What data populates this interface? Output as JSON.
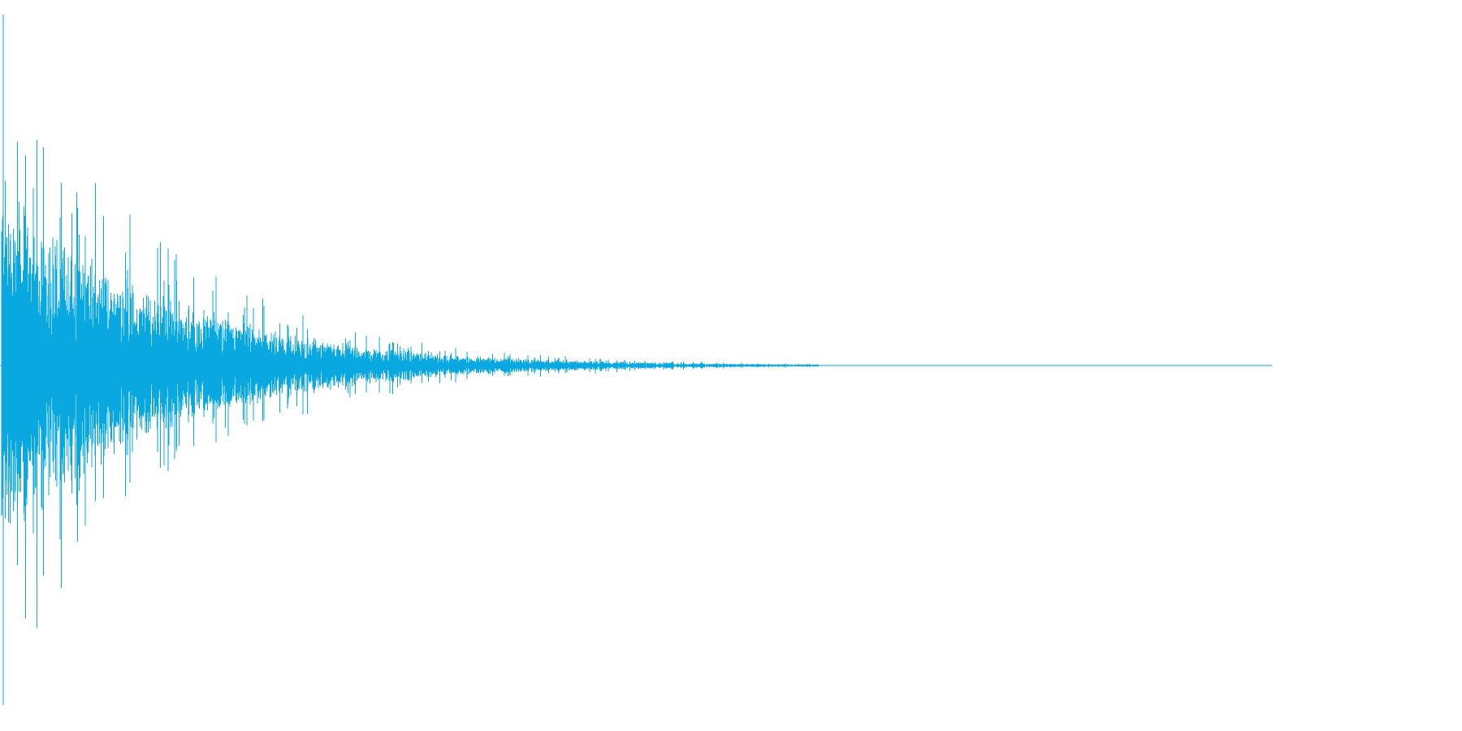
{
  "waveform": {
    "color": "#0aa8e0",
    "background": "#ffffff",
    "envelope": {
      "peak_amplitude": 0.97,
      "decay_rate": 5.2,
      "active_fraction": 0.56,
      "visible_fraction": 0.87
    }
  }
}
